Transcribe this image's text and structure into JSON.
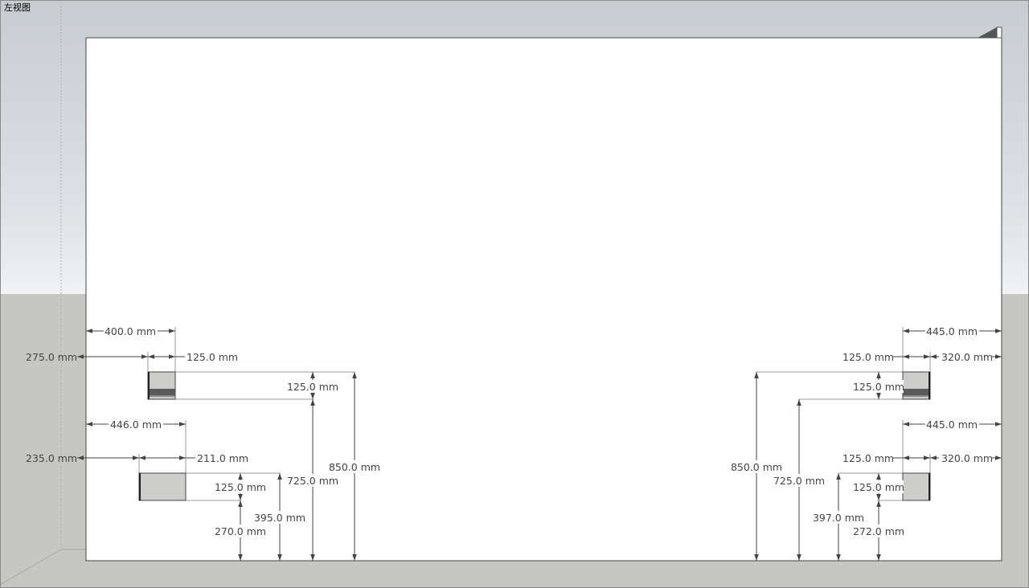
{
  "view": {
    "label": "左视图"
  },
  "dimensions": {
    "left": {
      "d1": "400.0 mm",
      "d2": "275.0 mm",
      "d3": "125.0 mm",
      "d4": "125.0 mm",
      "d5": "446.0 mm",
      "d6": "235.0 mm",
      "d7": "211.0 mm",
      "d8": "125.0 mm",
      "d9": "725.0 mm",
      "d10": "850.0 mm",
      "d11": "395.0 mm",
      "d12": "270.0 mm"
    },
    "right": {
      "d1": "445.0 mm",
      "d2": "125.0 mm",
      "d3": "320.0 mm",
      "d4": "125.0 mm",
      "d5": "445.0 mm",
      "d6": "125.0 mm",
      "d7": "320.0 mm",
      "d8": "125.0 mm",
      "d9": "850.0 mm",
      "d10": "725.0 mm",
      "d11": "397.0 mm",
      "d12": "272.0 mm"
    }
  },
  "colors": {
    "wall": "#ffffff",
    "sky": "#d3d7db",
    "ground": "#c6c6c2",
    "box": "#cdcdcb",
    "line": "#444444"
  }
}
